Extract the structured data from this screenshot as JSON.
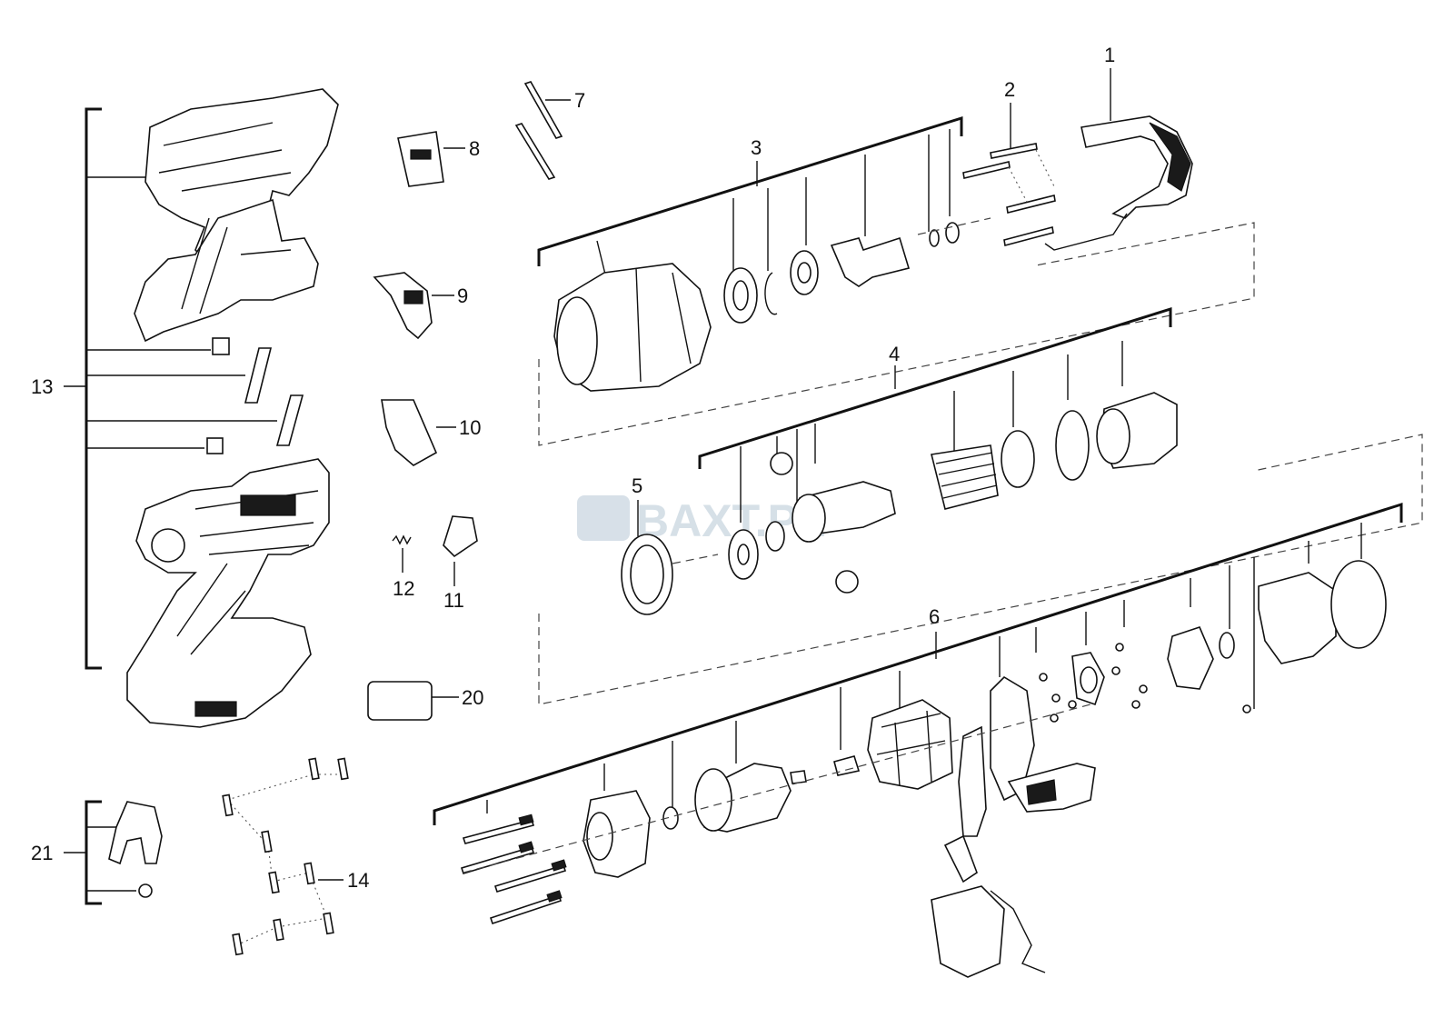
{
  "diagram": {
    "callouts": {
      "c1": "1",
      "c2": "2",
      "c3": "3",
      "c4": "4",
      "c5": "5",
      "c6": "6",
      "c7": "7",
      "c8": "8",
      "c9": "9",
      "c10": "10",
      "c11": "11",
      "c12": "12",
      "c13": "13",
      "c14": "14",
      "c20": "20",
      "c21": "21"
    },
    "watermark": "BAXT.PL"
  }
}
